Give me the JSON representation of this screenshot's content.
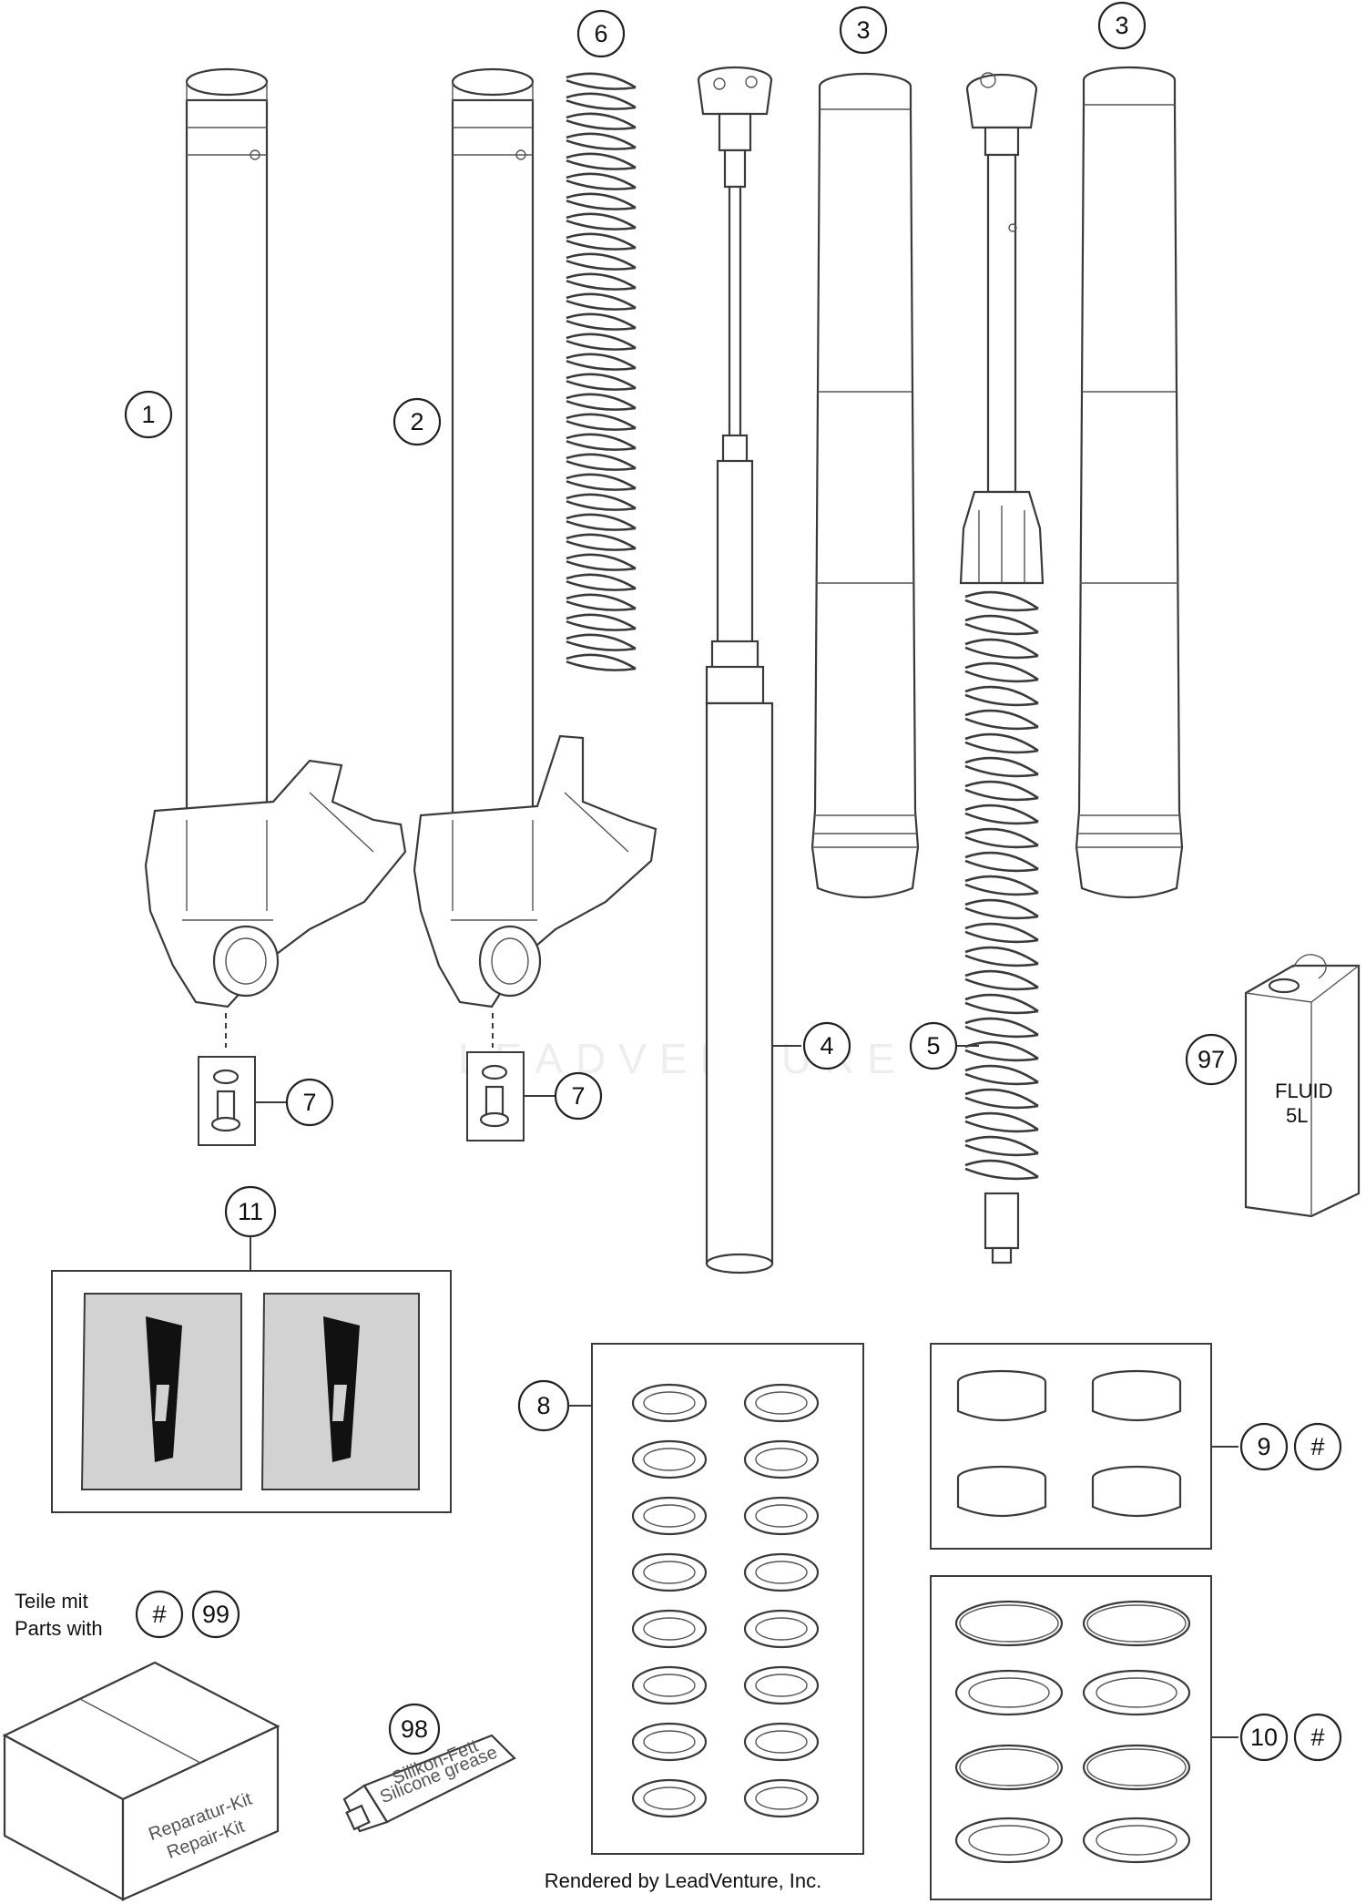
{
  "callouts": {
    "c1": "1",
    "c2": "2",
    "c3a": "3",
    "c3b": "3",
    "c4": "4",
    "c5": "5",
    "c6": "6",
    "c7a": "7",
    "c7b": "7",
    "c8": "8",
    "c9": "9",
    "c9_hash": "#",
    "c10": "10",
    "c10_hash": "#",
    "c11": "11",
    "c97": "97",
    "c98": "98",
    "c99": "99",
    "c99_hash": "#"
  },
  "legend": {
    "line1": "Teile mit",
    "line2": "Parts with"
  },
  "kit_box": {
    "line1": "Reparatur-Kit",
    "line2": "Repair-Kit"
  },
  "fluid_can": {
    "line1": "FLUID",
    "line2": "5L"
  },
  "grease_tube": {
    "line1": "Silikon-Fett",
    "line2": "Silicone grease"
  },
  "watermark": "LEADVENTURE",
  "footer": "Rendered by LeadVenture, Inc."
}
